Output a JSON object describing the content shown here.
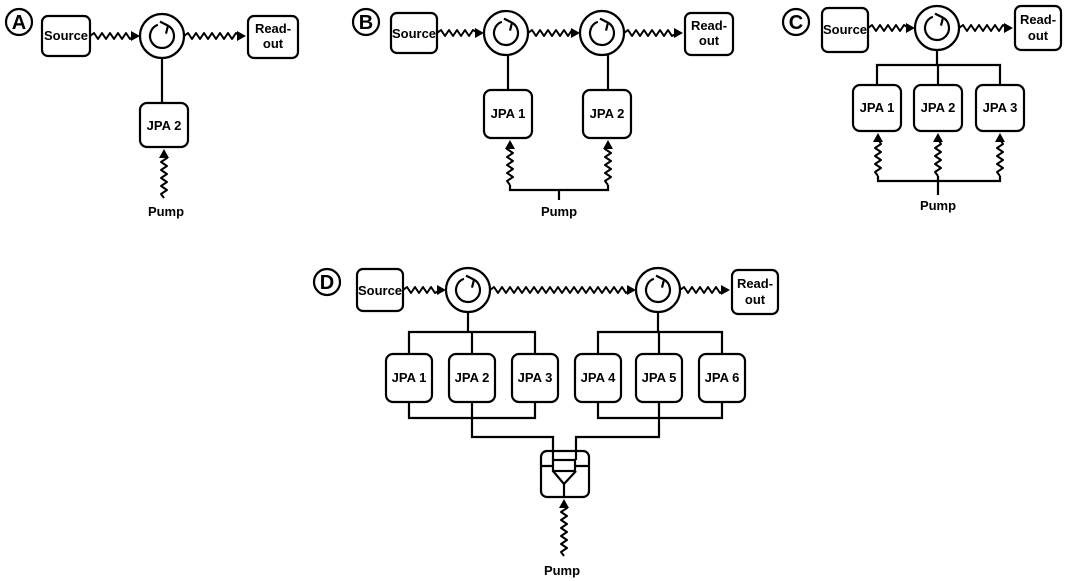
{
  "panels": [
    {
      "id": "A",
      "source": "Source",
      "readout": [
        "Read-",
        "out"
      ],
      "jpas": [
        "JPA 2"
      ],
      "pump": "Pump"
    },
    {
      "id": "B",
      "source": "Source",
      "readout": [
        "Read-",
        "out"
      ],
      "jpas": [
        "JPA 1",
        "JPA 2"
      ],
      "pump": "Pump"
    },
    {
      "id": "C",
      "source": "Source",
      "readout": [
        "Read-",
        "out"
      ],
      "jpas": [
        "JPA 1",
        "JPA 2",
        "JPA 3"
      ],
      "pump": "Pump"
    },
    {
      "id": "D",
      "source": "Source",
      "readout": [
        "Read-",
        "out"
      ],
      "jpas": [
        "JPA 1",
        "JPA 2",
        "JPA 3",
        "JPA 4",
        "JPA 5",
        "JPA 6"
      ],
      "pump": "Pump"
    }
  ]
}
